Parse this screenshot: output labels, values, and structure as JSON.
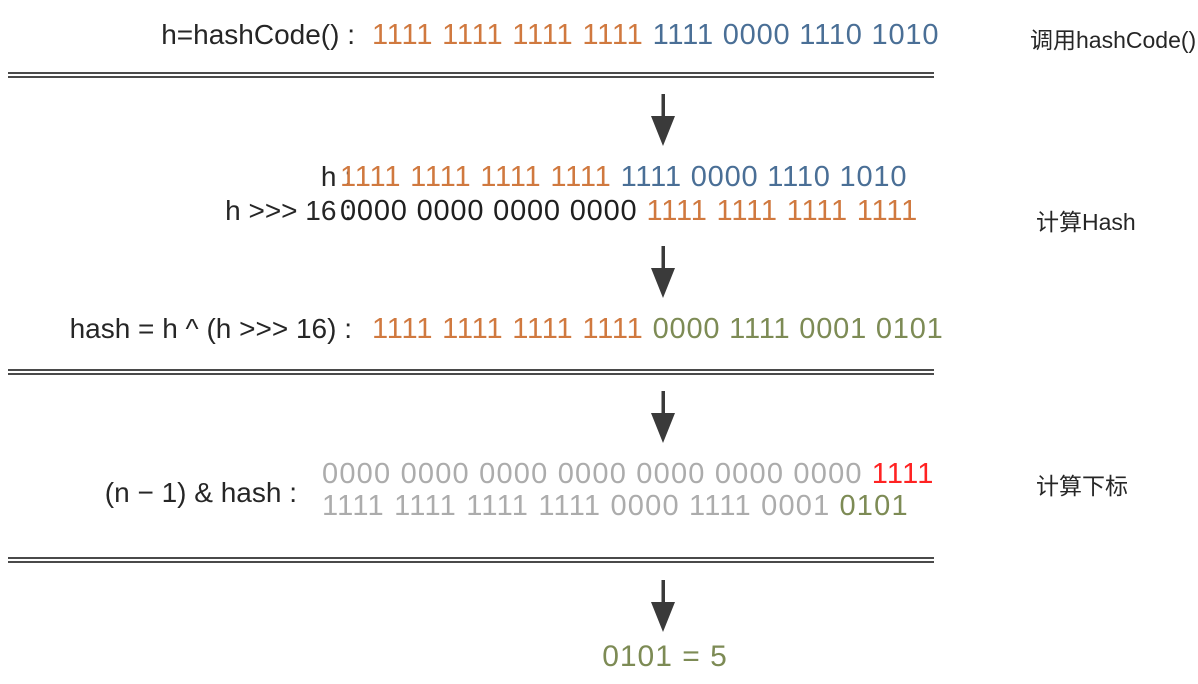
{
  "palette": {
    "orange": "#d0793f",
    "blue": "#4a6f96",
    "olive": "#7d8b55",
    "gray": "#acacac",
    "red": "#ff2222",
    "ink": "#262626",
    "zero_black": "#1f1f1f",
    "line": "#4a4a4a",
    "arrow": "#3a3a3a"
  },
  "step1": {
    "label": "h=hashCode() :",
    "high16": "1111 1111 1111 1111",
    "low16": "1111 0000 1110 1010",
    "annotation": "调用hashCode()"
  },
  "step2": {
    "h_label": "h :",
    "h_high16": "1111 1111 1111 1111",
    "h_low16": "1111 0000 1110 1010",
    "shift_label": "h >>> 16 :",
    "shift_high16": "0000 0000 0000 0000",
    "shift_low16": "1111 1111 1111 1111",
    "annotation": "计算Hash",
    "hash_label": "hash = h ^ (h >>> 16) :",
    "hash_high16": "1111 1111 1111 1111",
    "hash_low16": "0000 1111 0001 0101"
  },
  "step3": {
    "label": "(n − 1) & hash :",
    "mask_prefix": "0000 0000 0000 0000 0000 0000 0000",
    "mask_suffix": "1111",
    "hash_prefix": "1111 1111 1111 1111 0000 1111 0001",
    "hash_suffix": "0101",
    "annotation": "计算下标"
  },
  "result": {
    "text": "0101 = 5"
  }
}
